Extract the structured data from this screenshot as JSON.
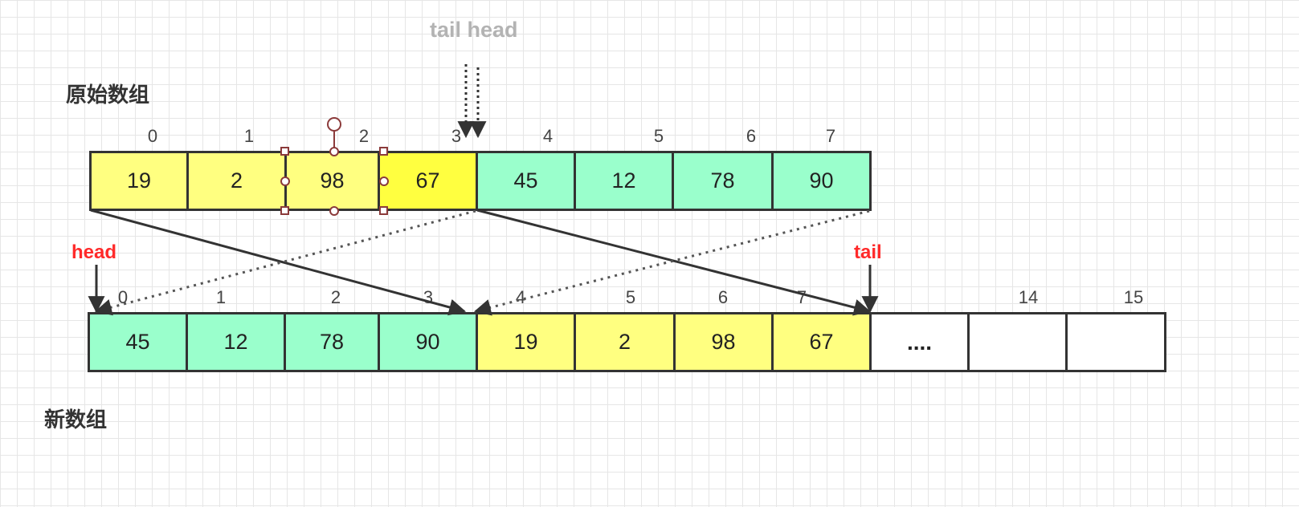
{
  "labels": {
    "original_title": "原始数组",
    "new_title": "新数组",
    "floating_pointers": "tail head",
    "head": "head",
    "tail": "tail"
  },
  "colors": {
    "yellow": "#ffff80",
    "yellow_strong": "#ffff40",
    "green": "#9affcc",
    "empty": "#ffffff",
    "pointer_red": "#ff2a2a",
    "selection": "#8b3a3a"
  },
  "original_array": {
    "indices": [
      "0",
      "1",
      "2",
      "3",
      "4",
      "5",
      "6",
      "7"
    ],
    "cells": [
      {
        "value": "19",
        "color": "yellow"
      },
      {
        "value": "2",
        "color": "yellow"
      },
      {
        "value": "98",
        "color": "yellow",
        "selected": true
      },
      {
        "value": "67",
        "color": "yellow_strong"
      },
      {
        "value": "45",
        "color": "green"
      },
      {
        "value": "12",
        "color": "green"
      },
      {
        "value": "78",
        "color": "green"
      },
      {
        "value": "90",
        "color": "green"
      }
    ]
  },
  "new_array": {
    "indices": [
      "0",
      "1",
      "2",
      "3",
      "4",
      "5",
      "6",
      "7",
      "",
      "14",
      "15"
    ],
    "cells": [
      {
        "value": "45",
        "color": "green"
      },
      {
        "value": "12",
        "color": "green"
      },
      {
        "value": "78",
        "color": "green"
      },
      {
        "value": "90",
        "color": "green"
      },
      {
        "value": "19",
        "color": "yellow"
      },
      {
        "value": "2",
        "color": "yellow"
      },
      {
        "value": "98",
        "color": "yellow"
      },
      {
        "value": "67",
        "color": "yellow"
      },
      {
        "value": "....",
        "color": "empty"
      },
      {
        "value": "",
        "color": "empty"
      },
      {
        "value": "",
        "color": "empty"
      }
    ]
  }
}
